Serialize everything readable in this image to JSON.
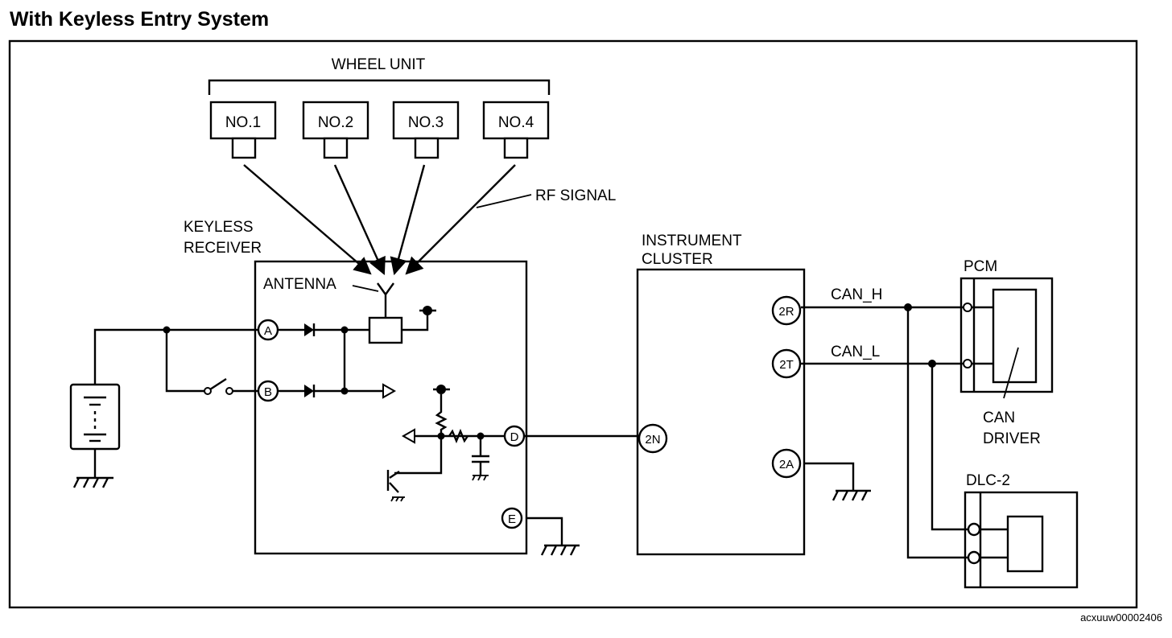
{
  "title": "With Keyless Entry System",
  "wheel_unit": {
    "label": "WHEEL UNIT",
    "units": [
      "NO.1",
      "NO.2",
      "NO.3",
      "NO.4"
    ]
  },
  "rf_signal": "RF SIGNAL",
  "keyless_receiver": {
    "label_line1": "KEYLESS",
    "label_line2": "RECEIVER",
    "antenna": "ANTENNA",
    "terminals": [
      "A",
      "B",
      "D",
      "E"
    ]
  },
  "instrument_cluster": {
    "label_line1": "INSTRUMENT",
    "label_line2": "CLUSTER",
    "terminals": [
      "2R",
      "2T",
      "2N",
      "2A"
    ]
  },
  "can_h": "CAN_H",
  "can_l": "CAN_L",
  "pcm": "PCM",
  "can_driver_line1": "CAN",
  "can_driver_line2": "DRIVER",
  "dlc2": "DLC-2",
  "figure_code": "acxuuw00002406"
}
